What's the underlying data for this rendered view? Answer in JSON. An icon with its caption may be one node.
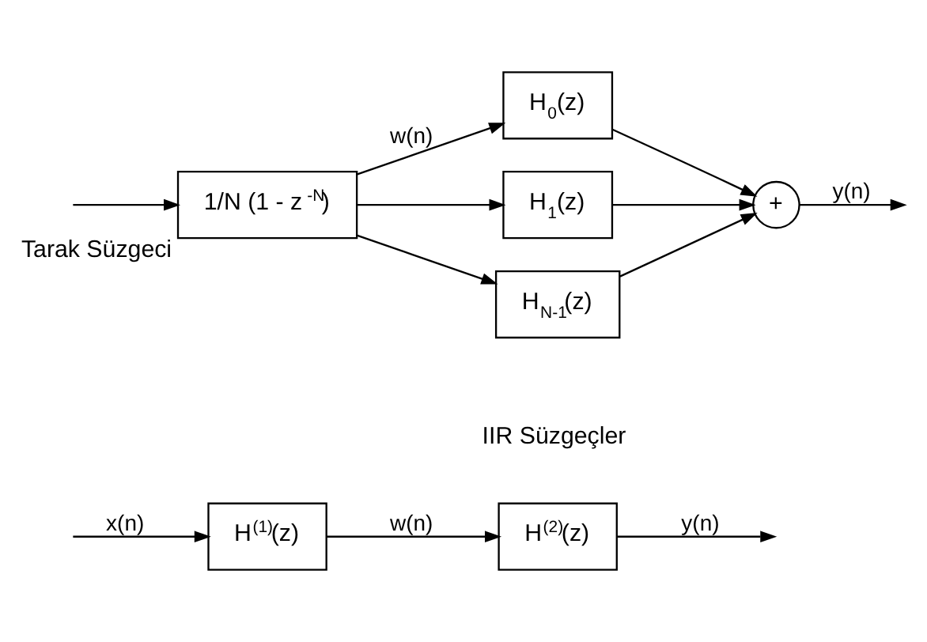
{
  "diagram": {
    "nodes": [
      {
        "text": [
          "H$^{(1)}$(z)"
        ]
      },
      {
        "text": [
          "H$^{(2)}$(z)"
        ]
      },
      {
        "text": [
          "1/N (1 - z$^{-N}$)"
        ],
        "beside": [
          "Tarak Süzgeci"
        ]
      },
      {
        "text": [
          "H$_{0}$(z)"
        ]
      },
      {
        "text": [
          "H$_{1}$(z)"
        ]
      },
      {
        "text": [
          "H$_{N-1}$(z)"
        ]
      },
      {
        "text": [
          "+"
        ]
      }
    ],
    "edges": [
      {
        "from": null,
        "to": 0,
        "arrow": "to",
        "label": "x(n)"
      },
      {
        "from": 0,
        "to": 1,
        "arrow": "to",
        "label": "w(n)"
      },
      {
        "from": 1,
        "to": null,
        "arrow": "to",
        "label": "y(n)"
      },
      {
        "from": null,
        "to": 2,
        "arrow": "to"
      },
      {
        "from": 2,
        "to": 3,
        "arrow": "to",
        "label": "w(n)"
      },
      {
        "from": 2,
        "to": 4,
        "arrow": "to"
      },
      {
        "from": 2,
        "to": 5,
        "arrow": "to"
      },
      {
        "from": 3,
        "to": 6,
        "arrow": "to"
      },
      {
        "from": 4,
        "to": 6,
        "arrow": "to"
      },
      {
        "from": 5,
        "to": 6,
        "arrow": "to"
      },
      {
        "from": 6,
        "to": null,
        "arrow": "to",
        "label": "y(n)"
      }
    ],
    "labels": [
      "IIR Süzgeçler"
    ]
  }
}
